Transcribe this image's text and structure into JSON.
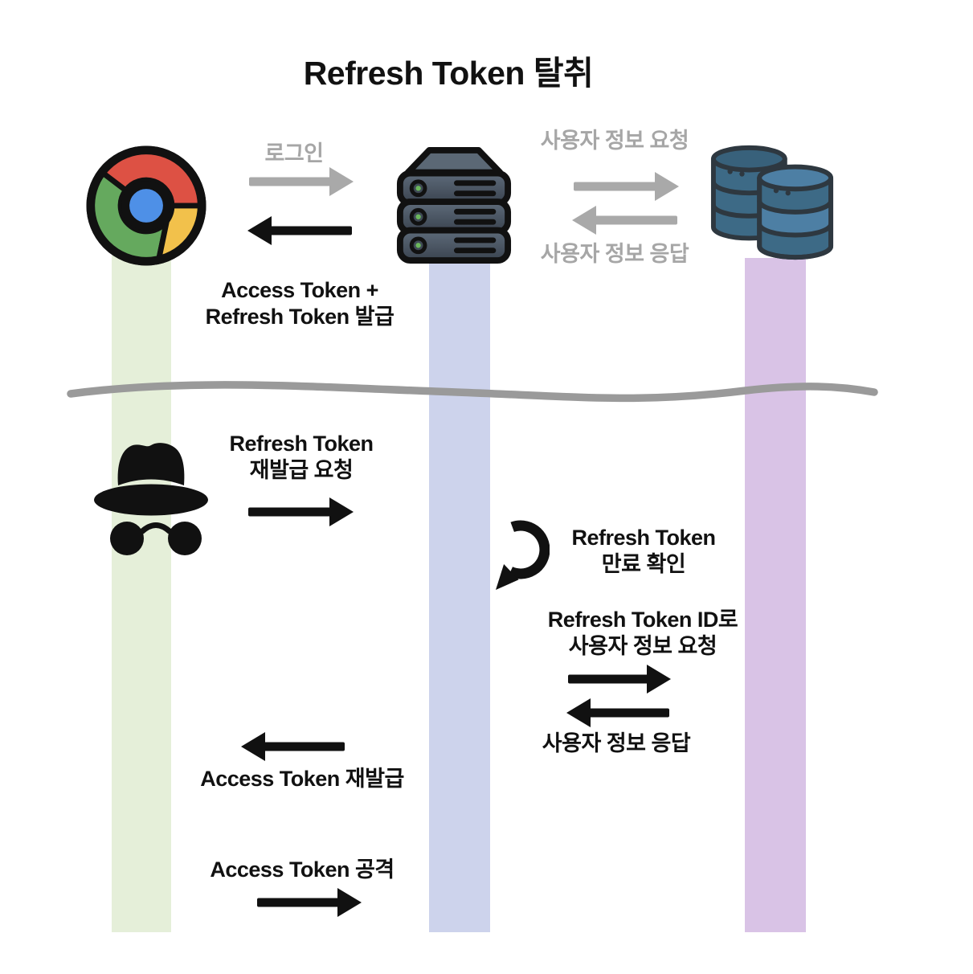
{
  "title": "Refresh Token 탈취",
  "icons": {
    "browser": "chrome-browser-icon",
    "auth_server": "server-stack-icon",
    "database": "database-cylinders-icon",
    "attacker": "spy-incognito-icon",
    "expiry_self_loop": "curved-arrow-icon"
  },
  "colors": {
    "browser_lifeline": "#e5efd9",
    "server_lifeline": "#cdd3ec",
    "database_lifeline": "#d9c3e6",
    "gray_label": "#a6a6a6",
    "gray_arrow": "#a9a9a9",
    "black_arrow": "#111111",
    "divider": "#9a9a9a"
  },
  "messages": {
    "login": {
      "label": "로그인"
    },
    "token_issue": {
      "line1": "Access Token +",
      "line2": "Refresh Token 발급"
    },
    "user_info_request_top": {
      "label": "사용자 정보 요청"
    },
    "user_info_response_top": {
      "label": "사용자 정보 응답"
    },
    "refresh_reissue_request": {
      "line1": "Refresh Token",
      "line2": "재발급 요청"
    },
    "expiry_check": {
      "line1": "Refresh Token",
      "line2": "만료 확인"
    },
    "id_user_info_request": {
      "line1": "Refresh Token ID로",
      "line2": "사용자 정보 요청"
    },
    "user_info_response_bottom": {
      "label": "사용자 정보 응답"
    },
    "access_token_reissue": {
      "label": "Access Token 재발급"
    },
    "access_token_attack": {
      "label": "Access Token 공격"
    }
  }
}
